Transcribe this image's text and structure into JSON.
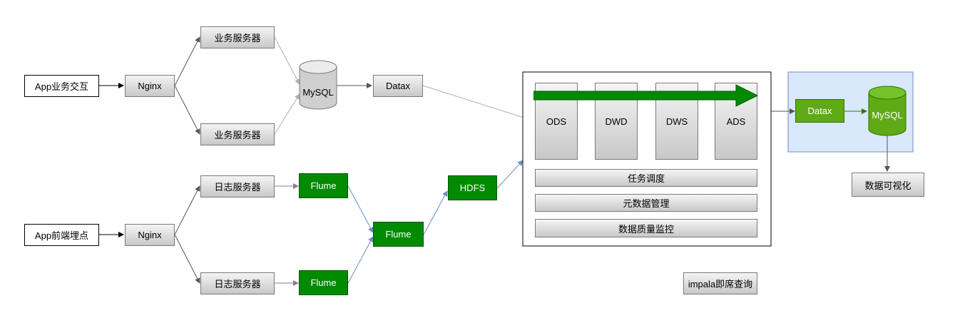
{
  "sources": {
    "interaction": "App业务交互",
    "tracking": "App前端埋点"
  },
  "nginx": [
    "Nginx",
    "Nginx"
  ],
  "business_servers": [
    "业务服务器",
    "业务服务器"
  ],
  "log_servers": [
    "日志服务器",
    "日志服务器"
  ],
  "mysql_source": "MySQL",
  "datax_ingest": "Datax",
  "flume": [
    "Flume",
    "Flume",
    "Flume"
  ],
  "hdfs": "HDFS",
  "warehouse": {
    "layers": [
      "ODS",
      "DWD",
      "DWS",
      "ADS"
    ],
    "services": [
      "任务调度",
      "元数据管理",
      "数据质量监控"
    ]
  },
  "export": {
    "datax": "Datax",
    "mysql": "MySQL",
    "visualization": "数据可视化"
  },
  "impala": "impala即席查询",
  "colors": {
    "flume_green": "#008a00",
    "export_green": "#60a917",
    "export_panel": "#dae8fc",
    "gray_line": "#b0b0b0",
    "purple_line": "#9673a6",
    "blue_line": "#6c8ebf"
  }
}
